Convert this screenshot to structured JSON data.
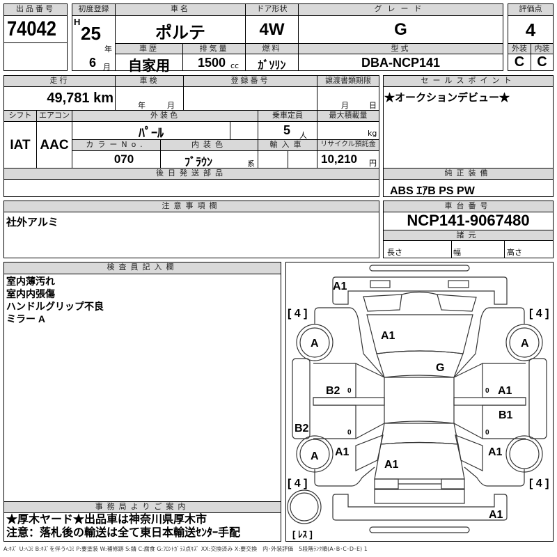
{
  "header": {
    "lot_label": "出品番号",
    "lot_no": "74042",
    "first_reg_label": "初度登録",
    "era": "H",
    "year": "25",
    "year_unit": "年",
    "month": "6",
    "month_unit": "月",
    "car_name_label": "車名",
    "car_name": "ポルテ",
    "door_label": "ドア形状",
    "door": "4W",
    "grade_label": "グレード",
    "grade": "G",
    "history_label": "車歴",
    "history": "自家用",
    "displacement_label": "排気量",
    "displacement": "1500",
    "displacement_unit": "cc",
    "fuel_label": "燃料",
    "fuel": "ｶﾞｿﾘﾝ",
    "model_label": "型式",
    "model": "DBA-NCP141",
    "score_label": "評価点",
    "score": "4",
    "exterior_label": "外装",
    "exterior": "C",
    "interior_label": "内装",
    "interior": "C"
  },
  "details": {
    "mileage_label": "走行",
    "mileage": "49,781 km",
    "inspection_label": "車検",
    "year_unit": "年",
    "month_unit": "月",
    "reg_no_label": "登録番号",
    "transfer_label": "譲渡書類期限",
    "day_unit": "日",
    "shift_label": "シフト",
    "shift": "IAT",
    "ac_label": "エアコン",
    "ac": "AAC",
    "ext_color_label": "外装色",
    "ext_color": "ﾊﾟｰﾙ",
    "capacity_label": "乗車定員",
    "capacity": "5",
    "capacity_unit": "人",
    "max_load_label": "最大積載量",
    "max_load_unit": "kg",
    "color_no_label": "カラーNo.",
    "color_no": "070",
    "int_color_label": "内装色",
    "int_color": "ﾌﾞﾗｳﾝ",
    "int_color_suffix": "系",
    "import_label": "輸入車",
    "recycle_label": "リサイクル預託金",
    "recycle": "10,210",
    "recycle_unit": "円",
    "later_parts_label": "後日発送部品"
  },
  "sales": {
    "label": "セールスポイント",
    "text": "★オークションデビュー★"
  },
  "equipment": {
    "label": "純正装備",
    "text": "ABS ｴｱB PS PW"
  },
  "notes": {
    "label": "注意事項欄",
    "text": "社外アルミ"
  },
  "chassis": {
    "label": "車台番号",
    "value": "NCP141-9067480",
    "spec_label": "諸元",
    "length": "長さ",
    "width": "幅",
    "height": "高さ"
  },
  "inspector": {
    "label": "検査員記入欄",
    "lines": [
      "室内薄汚れ",
      "室内内張傷",
      "ハンドルグリップ不良",
      "ミラー A"
    ]
  },
  "office": {
    "label": "事務局よりご案内",
    "lines": [
      "★厚木ヤード★出品車は神奈川県厚木市",
      "注意：落札後の輸送は全て東日本輸送ｾﾝﾀｰ手配"
    ]
  },
  "diagram": {
    "marks": {
      "front_bumper": "A1",
      "hood": "A1",
      "windshield": "G",
      "lf_door": "B2",
      "l_skirt": "B2",
      "rf_door": "A1",
      "rr_door": "B1",
      "lr_fender": "A1",
      "trunk": "A1",
      "rr_fender": "A1",
      "rear_bumper": "A1",
      "wheel_lf": "A",
      "wheel_rf": "A",
      "wheel_lr": "A",
      "zero": "0"
    },
    "tread_lf": "[ 4 ]",
    "tread_rf": "[ 4 ]",
    "tread_lr": "[ 4 ]",
    "tread_rr": "[ 4 ]",
    "spare": "[ ﾚｽ ]"
  },
  "legend": "A:ｷｽﾞ U:ﾍｺﾐ B:ｷｽﾞを伴うﾍｺﾐ P:要塗装 W:補修跡 S:錆 C:腐食 G:ﾌﾛﾝﾄｶﾞﾗｽ点ｷｽﾞ XX:交換済み X:要交換　内･外装評価　5段階ﾗﾝｸ順(A･B･C･D･E) 1"
}
